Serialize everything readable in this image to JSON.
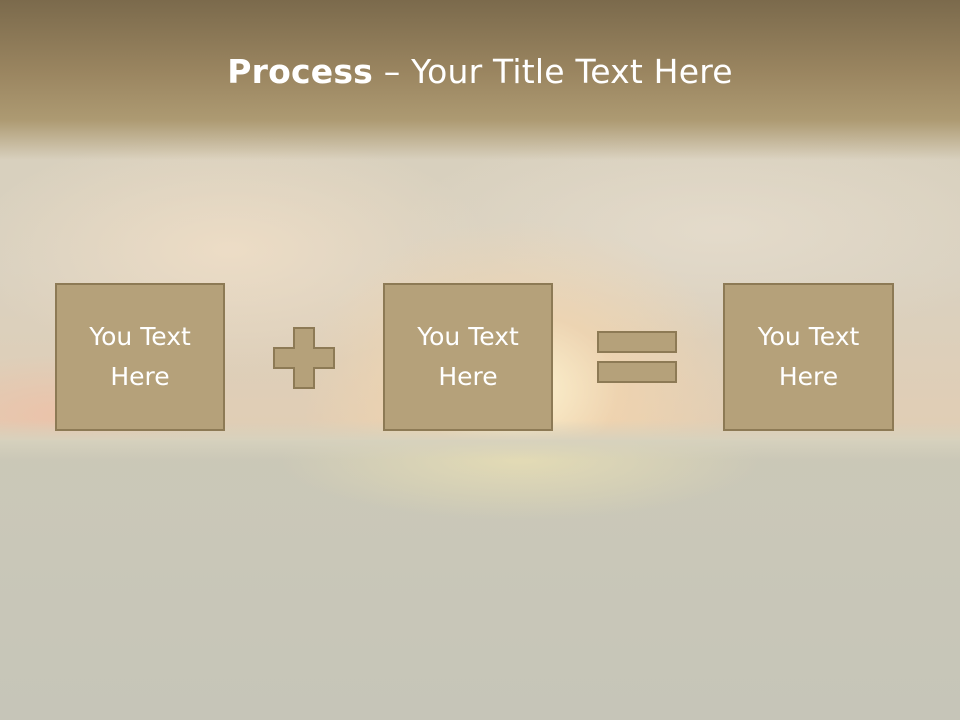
{
  "slide": {
    "title_bold": "Process",
    "title_rest": " – Your Title Text Here",
    "boxes": [
      {
        "line1": "You Text",
        "line2": "Here"
      },
      {
        "line1": "You Text",
        "line2": "Here"
      },
      {
        "line1": "You Text",
        "line2": "Here"
      }
    ],
    "operators": [
      "plus-icon",
      "equals-icon"
    ]
  },
  "colors": {
    "box_fill": "#b5a17a",
    "box_border": "#8d7a55",
    "title_band": "#9a8560",
    "text": "#ffffff"
  }
}
